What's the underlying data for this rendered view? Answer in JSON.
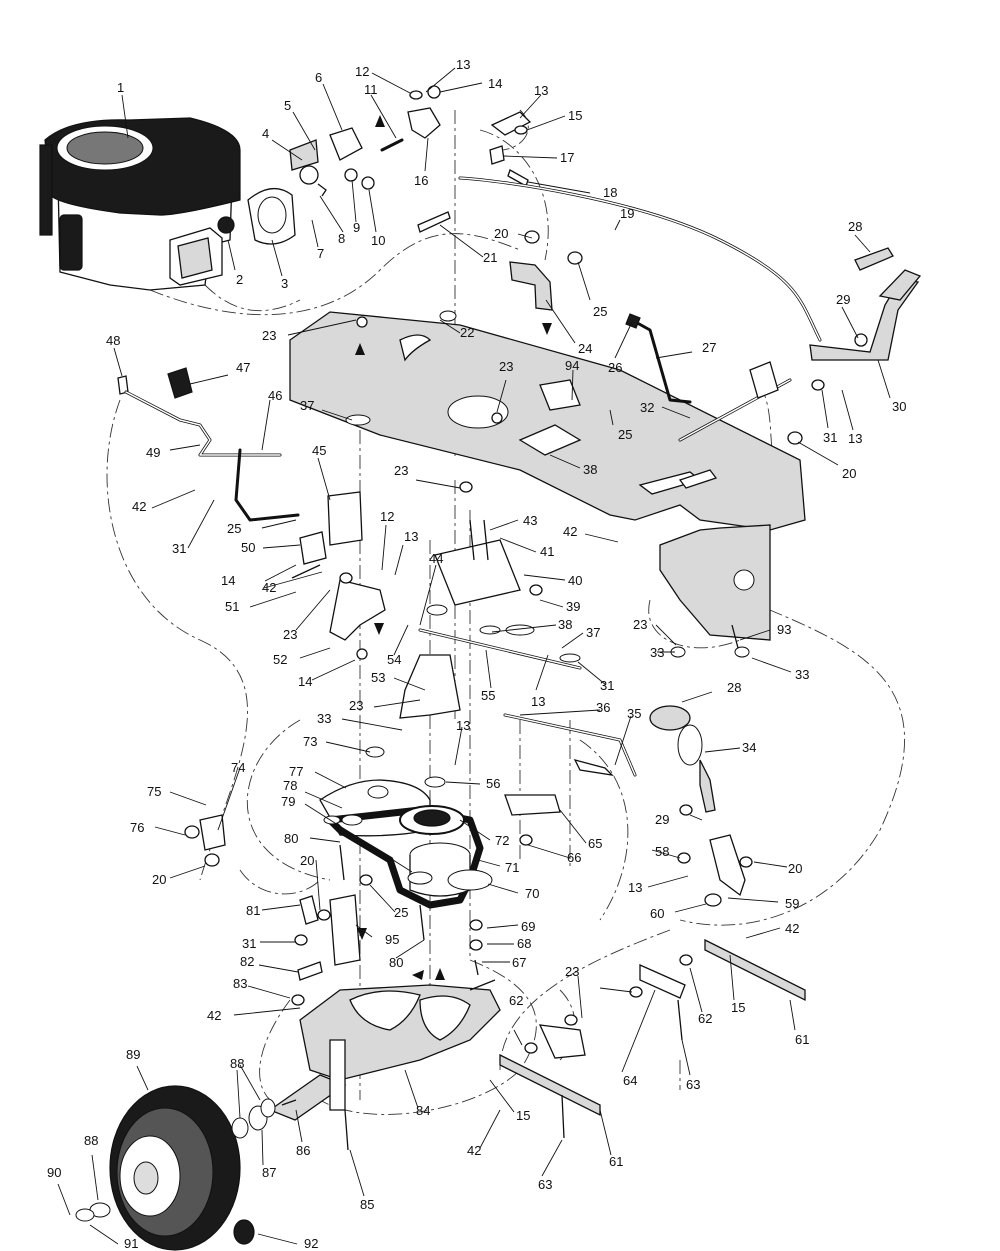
{
  "diagram": {
    "callouts": [
      {
        "id": "c1",
        "text": "1"
      },
      {
        "id": "c2",
        "text": "2"
      },
      {
        "id": "c3",
        "text": "3"
      },
      {
        "id": "c4",
        "text": "4"
      },
      {
        "id": "c5",
        "text": "5"
      },
      {
        "id": "c6",
        "text": "6"
      },
      {
        "id": "c7",
        "text": "7"
      },
      {
        "id": "c8",
        "text": "8"
      },
      {
        "id": "c9",
        "text": "9"
      },
      {
        "id": "c10",
        "text": "10"
      },
      {
        "id": "c11",
        "text": "11"
      },
      {
        "id": "c12a",
        "text": "12"
      },
      {
        "id": "c13a",
        "text": "13"
      },
      {
        "id": "c14a",
        "text": "14"
      },
      {
        "id": "c13b",
        "text": "13"
      },
      {
        "id": "c15a",
        "text": "15"
      },
      {
        "id": "c16",
        "text": "16"
      },
      {
        "id": "c17",
        "text": "17"
      },
      {
        "id": "c18",
        "text": "18"
      },
      {
        "id": "c19",
        "text": "19"
      },
      {
        "id": "c20a",
        "text": "20"
      },
      {
        "id": "c21",
        "text": "21"
      },
      {
        "id": "c28a",
        "text": "28"
      },
      {
        "id": "c29a",
        "text": "29"
      },
      {
        "id": "c25a",
        "text": "25"
      },
      {
        "id": "c23a",
        "text": "23"
      },
      {
        "id": "c22",
        "text": "22"
      },
      {
        "id": "c24",
        "text": "24"
      },
      {
        "id": "c26",
        "text": "26"
      },
      {
        "id": "c27",
        "text": "27"
      },
      {
        "id": "c30",
        "text": "30"
      },
      {
        "id": "c48",
        "text": "48"
      },
      {
        "id": "c47",
        "text": "47"
      },
      {
        "id": "c23b",
        "text": "23"
      },
      {
        "id": "c94",
        "text": "94"
      },
      {
        "id": "c32",
        "text": "32"
      },
      {
        "id": "c31a",
        "text": "31"
      },
      {
        "id": "c13c",
        "text": "13"
      },
      {
        "id": "c46",
        "text": "46"
      },
      {
        "id": "c37a",
        "text": "37"
      },
      {
        "id": "c25b",
        "text": "25"
      },
      {
        "id": "c20b",
        "text": "20"
      },
      {
        "id": "c49",
        "text": "49"
      },
      {
        "id": "c45",
        "text": "45"
      },
      {
        "id": "c38a",
        "text": "38"
      },
      {
        "id": "c23c",
        "text": "23"
      },
      {
        "id": "c42a",
        "text": "42"
      },
      {
        "id": "c31b",
        "text": "31"
      },
      {
        "id": "c25c",
        "text": "25"
      },
      {
        "id": "c43",
        "text": "43"
      },
      {
        "id": "c12b",
        "text": "12"
      },
      {
        "id": "c41",
        "text": "41"
      },
      {
        "id": "c42b",
        "text": "42"
      },
      {
        "id": "c50",
        "text": "50"
      },
      {
        "id": "c13d",
        "text": "13"
      },
      {
        "id": "c14b",
        "text": "14"
      },
      {
        "id": "c44",
        "text": "44"
      },
      {
        "id": "c40",
        "text": "40"
      },
      {
        "id": "c42c",
        "text": "42"
      },
      {
        "id": "c51",
        "text": "51"
      },
      {
        "id": "c39",
        "text": "39"
      },
      {
        "id": "c23d",
        "text": "23"
      },
      {
        "id": "c38b",
        "text": "38"
      },
      {
        "id": "c23e",
        "text": "23"
      },
      {
        "id": "c93",
        "text": "93"
      },
      {
        "id": "c37b",
        "text": "37"
      },
      {
        "id": "c52",
        "text": "52"
      },
      {
        "id": "c54",
        "text": "54"
      },
      {
        "id": "c33a",
        "text": "33"
      },
      {
        "id": "c33b",
        "text": "33"
      },
      {
        "id": "c14c",
        "text": "14"
      },
      {
        "id": "c53",
        "text": "53"
      },
      {
        "id": "c13e",
        "text": "13"
      },
      {
        "id": "c31c",
        "text": "31"
      },
      {
        "id": "c55",
        "text": "55"
      },
      {
        "id": "c28b",
        "text": "28"
      },
      {
        "id": "c23f",
        "text": "23"
      },
      {
        "id": "c36",
        "text": "36"
      },
      {
        "id": "c35",
        "text": "35"
      },
      {
        "id": "c33c",
        "text": "33"
      },
      {
        "id": "c13f",
        "text": "13"
      },
      {
        "id": "c34",
        "text": "34"
      },
      {
        "id": "c73",
        "text": "73"
      },
      {
        "id": "c74",
        "text": "74"
      },
      {
        "id": "c77",
        "text": "77"
      },
      {
        "id": "c56",
        "text": "56"
      },
      {
        "id": "c75",
        "text": "75"
      },
      {
        "id": "c78",
        "text": "78"
      },
      {
        "id": "c79",
        "text": "79"
      },
      {
        "id": "c29b",
        "text": "29"
      },
      {
        "id": "c76",
        "text": "76"
      },
      {
        "id": "c72",
        "text": "72"
      },
      {
        "id": "c65",
        "text": "65"
      },
      {
        "id": "c80a",
        "text": "80"
      },
      {
        "id": "c58",
        "text": "58"
      },
      {
        "id": "c20c",
        "text": "20"
      },
      {
        "id": "c71",
        "text": "71"
      },
      {
        "id": "c66",
        "text": "66"
      },
      {
        "id": "c20d",
        "text": "20"
      },
      {
        "id": "c20e",
        "text": "20"
      },
      {
        "id": "c13g",
        "text": "13"
      },
      {
        "id": "c70",
        "text": "70"
      },
      {
        "id": "c81",
        "text": "81"
      },
      {
        "id": "c25d",
        "text": "25"
      },
      {
        "id": "c59",
        "text": "59"
      },
      {
        "id": "c60",
        "text": "60"
      },
      {
        "id": "c69",
        "text": "69"
      },
      {
        "id": "c95",
        "text": "95"
      },
      {
        "id": "c42d",
        "text": "42"
      },
      {
        "id": "c31d",
        "text": "31"
      },
      {
        "id": "c68",
        "text": "68"
      },
      {
        "id": "c80b",
        "text": "80"
      },
      {
        "id": "c67",
        "text": "67"
      },
      {
        "id": "c82",
        "text": "82"
      },
      {
        "id": "c23g",
        "text": "23"
      },
      {
        "id": "c83",
        "text": "83"
      },
      {
        "id": "c15b",
        "text": "15"
      },
      {
        "id": "c62a",
        "text": "62"
      },
      {
        "id": "c42e",
        "text": "42"
      },
      {
        "id": "c62b",
        "text": "62"
      },
      {
        "id": "c61a",
        "text": "61"
      },
      {
        "id": "c89",
        "text": "89"
      },
      {
        "id": "c64",
        "text": "64"
      },
      {
        "id": "c63a",
        "text": "63"
      },
      {
        "id": "c88a",
        "text": "88"
      },
      {
        "id": "c84",
        "text": "84"
      },
      {
        "id": "c15c",
        "text": "15"
      },
      {
        "id": "c88b",
        "text": "88"
      },
      {
        "id": "c86",
        "text": "86"
      },
      {
        "id": "c42f",
        "text": "42"
      },
      {
        "id": "c61b",
        "text": "61"
      },
      {
        "id": "c87",
        "text": "87"
      },
      {
        "id": "c90",
        "text": "90"
      },
      {
        "id": "c63b",
        "text": "63"
      },
      {
        "id": "c85",
        "text": "85"
      },
      {
        "id": "c91",
        "text": "91"
      },
      {
        "id": "c92",
        "text": "92"
      }
    ]
  },
  "colors": {
    "ink": "#111111",
    "frame_shade": "#d9d9d9",
    "rubber": "#1a1a1a"
  }
}
